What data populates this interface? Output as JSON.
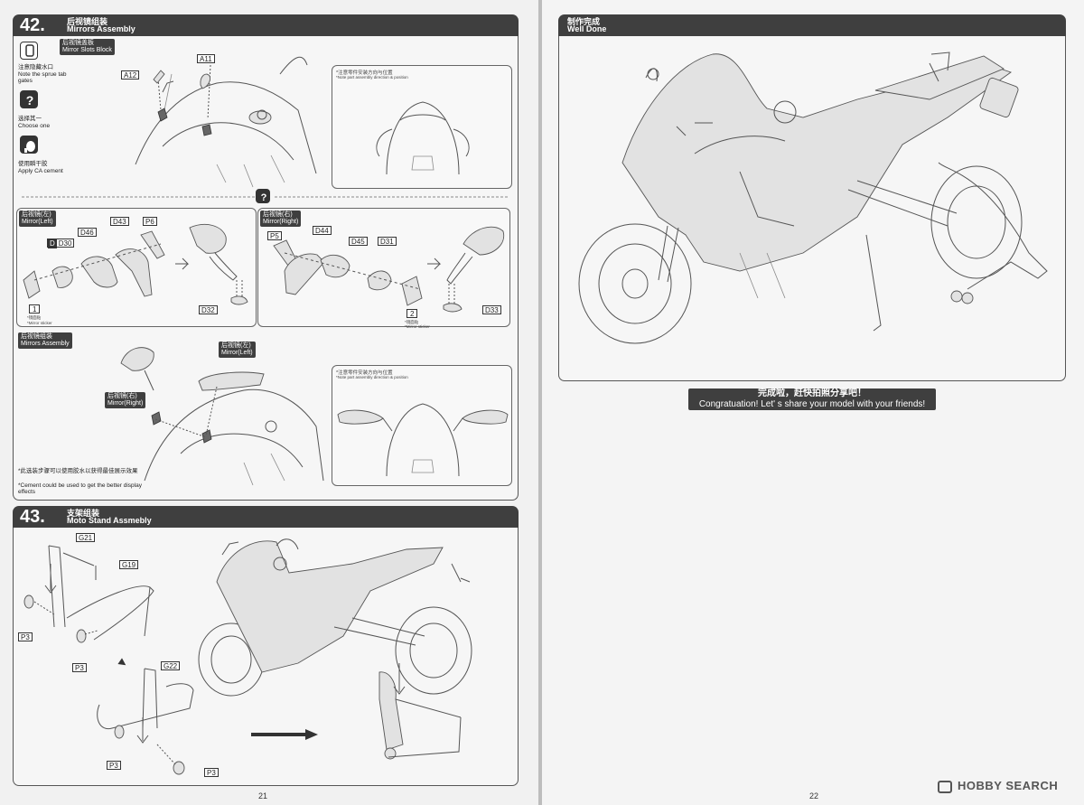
{
  "step42": {
    "number": "42.",
    "title_cn": "后视镜组装",
    "title_en": "Mirrors Assembly",
    "sub_label_cn": "后视镜盖板",
    "sub_label_en": "Mirror Slots Block",
    "legend": [
      {
        "icon": "sprue-tab-icon",
        "cn": "注意隐藏水口",
        "en": "Note the sprue tab gates"
      },
      {
        "icon": "question-icon",
        "cn": "选择其一",
        "en": "Choose one"
      },
      {
        "icon": "glue-bottle-icon",
        "cn": "使用瞬干胶",
        "en": "Apply CA cement"
      }
    ],
    "parts_top": [
      "A12",
      "A11"
    ],
    "note_cn": "*注意零件安装方向与位置",
    "note_en": "*Note part assembly direction & position",
    "mirror_left_cn": "后视镜(左)",
    "mirror_left_en": "Mirror(Left)",
    "mirror_right_cn": "后视镜(右)",
    "mirror_right_en": "Mirror(Right)",
    "left_parts": [
      "D30",
      "D46",
      "D43",
      "P6",
      "D32"
    ],
    "right_parts": [
      "P5",
      "D44",
      "D45",
      "D31",
      "D33"
    ],
    "sticker1": "1",
    "sticker1_cn": "*镜面贴",
    "sticker1_en": "*Mirror sticker",
    "sticker2": "2",
    "sticker2_cn": "*镜面贴",
    "sticker2_en": "*Mirror sticker",
    "assembly_label_cn": "后视镜组装",
    "assembly_label_en": "Mirrors Assembly",
    "bottom_note_cn": "*此选装步骤可以使用胶水以获得最佳展示效果",
    "bottom_note_en": "*Cement could be used to get the better display effects"
  },
  "step43": {
    "number": "43.",
    "title_cn": "支架组装",
    "title_en": "Moto Stand Assmebly",
    "parts": [
      "G21",
      "G19",
      "P3",
      "P3",
      "G22",
      "P3",
      "P3"
    ]
  },
  "finish": {
    "title_cn": "制作完成",
    "title_en": "Well Done",
    "congrats_cn": "完成啦，赶快拍照分享吧！",
    "congrats_en": "Congratuation! Let' s share your model with your friends!"
  },
  "page_numbers": {
    "left": "21",
    "right": "22"
  },
  "watermark": "HOBBY SEARCH"
}
